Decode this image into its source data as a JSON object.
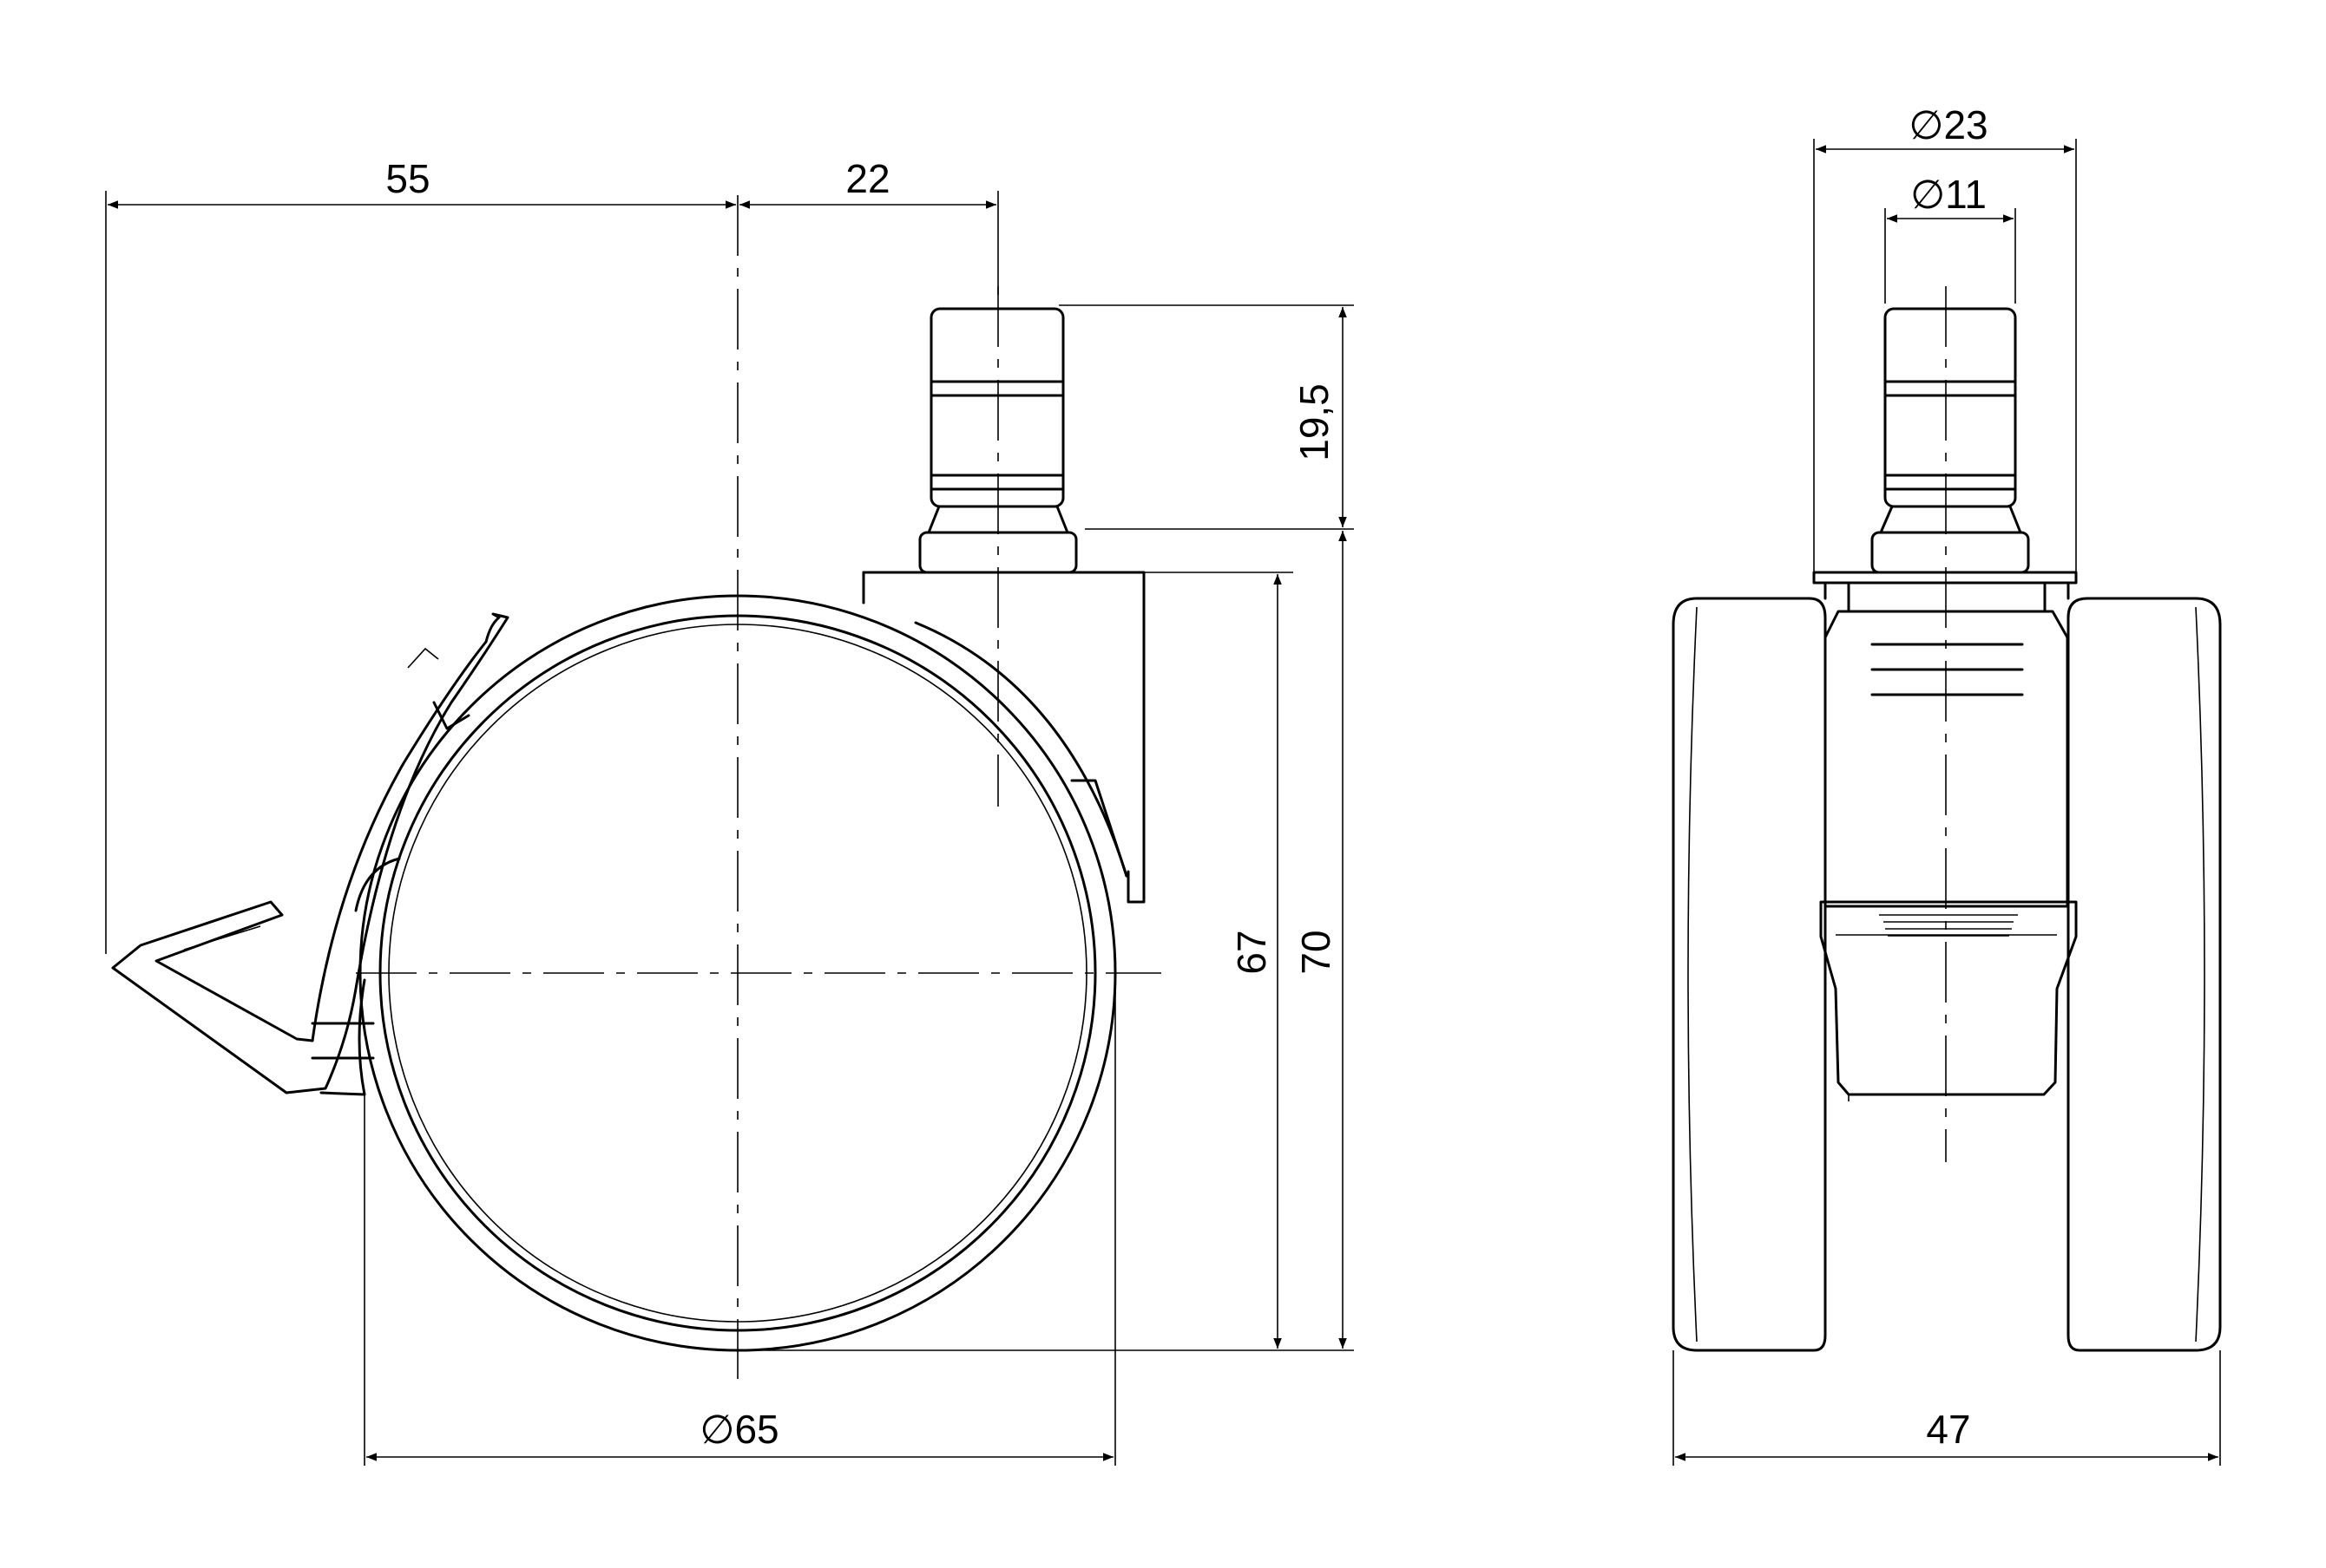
{
  "dimensions": {
    "d55": "55",
    "d22": "22",
    "d19_5": "19,5",
    "d67": "67",
    "d70": "70",
    "dia65": "∅65",
    "dia23": "∅23",
    "dia11": "∅11",
    "d47": "47"
  }
}
